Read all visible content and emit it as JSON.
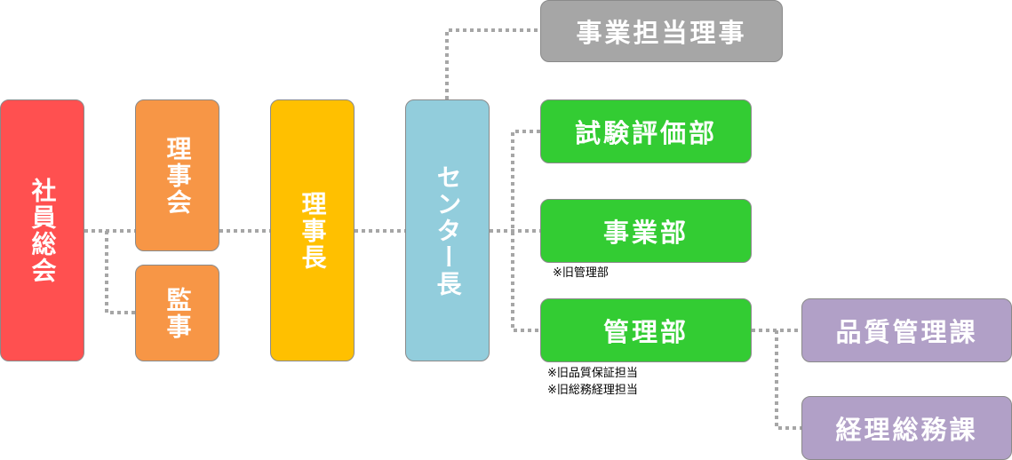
{
  "colors": {
    "shareholders": "#ff5050",
    "board": "#f79646",
    "auditor": "#f79646",
    "chairman": "#ffc000",
    "center_head": "#92cddc",
    "executive": "#a6a6a6",
    "department": "#33cc33",
    "section": "#b1a0c7",
    "connector": "#a6a6a6"
  },
  "nodes": {
    "shareholders": "社員総会",
    "board": "理事会",
    "auditor": "監事",
    "chairman": "理事長",
    "center_head": "センター長",
    "executive": "事業担当理事",
    "testing_dept": "試験評価部",
    "business_dept": "事業部",
    "admin_dept": "管理部",
    "qa_section": "品質管理課",
    "accounting_section": "経理総務課"
  },
  "notes": {
    "business_dept": "※旧管理部",
    "admin_dept_line1": "※旧品質保証担当",
    "admin_dept_line2": "※旧総務経理担当"
  }
}
